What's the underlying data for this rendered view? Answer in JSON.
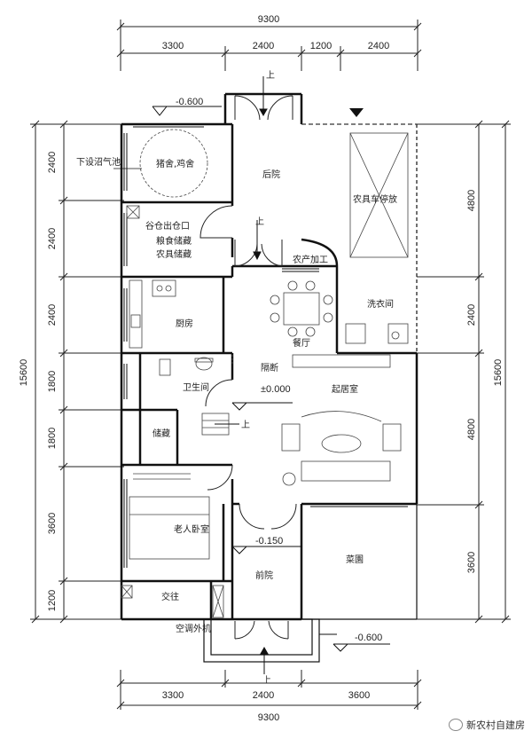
{
  "dimensions": {
    "top_total": "9300",
    "top_segments": [
      "3300",
      "2400",
      "1200",
      "2400"
    ],
    "bottom_total": "9300",
    "bottom_segments": [
      "3300",
      "2400",
      "3600"
    ],
    "left_total": "15600",
    "left_segments": [
      "2400",
      "2400",
      "2400",
      "1800",
      "1800",
      "3600",
      "1200"
    ],
    "right_total": "15600",
    "right_segments": [
      "4800",
      "2400",
      "4800",
      "3600"
    ]
  },
  "levels": {
    "back_yard": "-0.600",
    "main_floor": "±0.000",
    "front_porch": "-0.150",
    "front_step": "-0.600"
  },
  "rooms": {
    "biogas": "下设沼气池",
    "pig_chicken_pen": "猪舍,鸡舍",
    "back_yard": "后院",
    "tool_storage": "农具车停放",
    "grain_outlet": "谷仓出仓口",
    "grain_store": "粮食储藏",
    "tool_store": "农具储藏",
    "farm_processing": "农产加工",
    "laundry": "洗衣间",
    "kitchen": "厨房",
    "dining": "餐厅",
    "partition": "隔断",
    "bathroom": "卫生间",
    "living_room": "起居室",
    "storage": "储藏",
    "elder_bedroom": "老人卧室",
    "vegetable_garden": "菜園",
    "front_yard": "前院",
    "traffic": "交往",
    "ac_unit": "空调外机"
  },
  "up_labels": [
    "上",
    "上",
    "上",
    "上"
  ],
  "watermark": "新农村自建房"
}
